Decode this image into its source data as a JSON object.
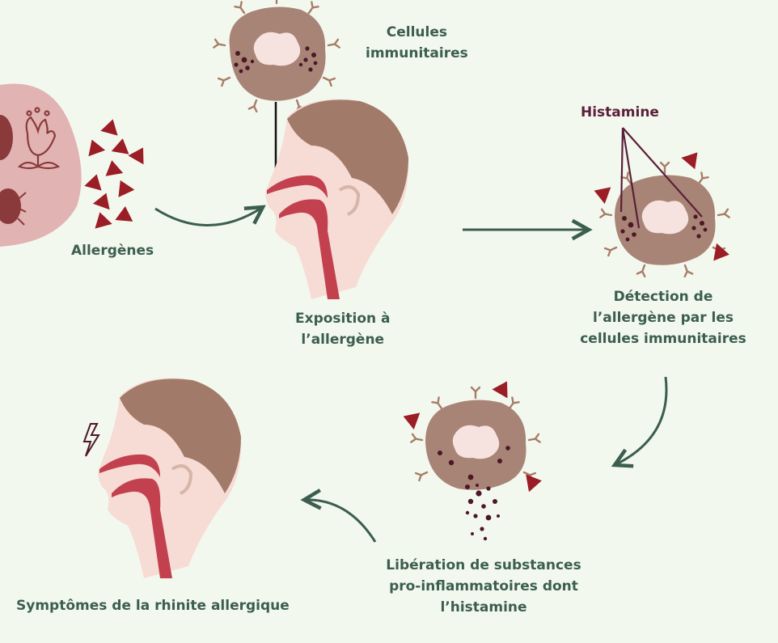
{
  "labels": {
    "allergens": "Allergènes",
    "immune_cells": [
      "Cellules",
      "immunitaires"
    ],
    "exposure": [
      "Exposition à",
      "l’allergène"
    ],
    "histamine": "Histamine",
    "detection": [
      "Détection de",
      "l’allergène par les",
      "cellules immunitaires"
    ],
    "release": [
      "Libération de substances",
      "pro-inflammatoires dont",
      "l’histamine"
    ],
    "symptoms": "Symptômes de la rhinite allergique"
  },
  "colors": {
    "background": "#f3f8ee",
    "label_text": "#3b5e4f",
    "histamine_text": "#5a1f3a",
    "arrow": "#3b5e4f",
    "allergen_triangle": "#9b1d25",
    "cell_body": "#a88476",
    "cell_nucleus": "#f6e2de",
    "granule": "#4e1628",
    "receptor": "#a67d68",
    "skin": "#f6dcd5",
    "hair": "#a17a69",
    "nasal_tract": "#c3414f",
    "allergen_blob": "#e2b3b3"
  },
  "icons": [
    "flower-icon",
    "dust-mite-icon",
    "lightning-icon"
  ]
}
